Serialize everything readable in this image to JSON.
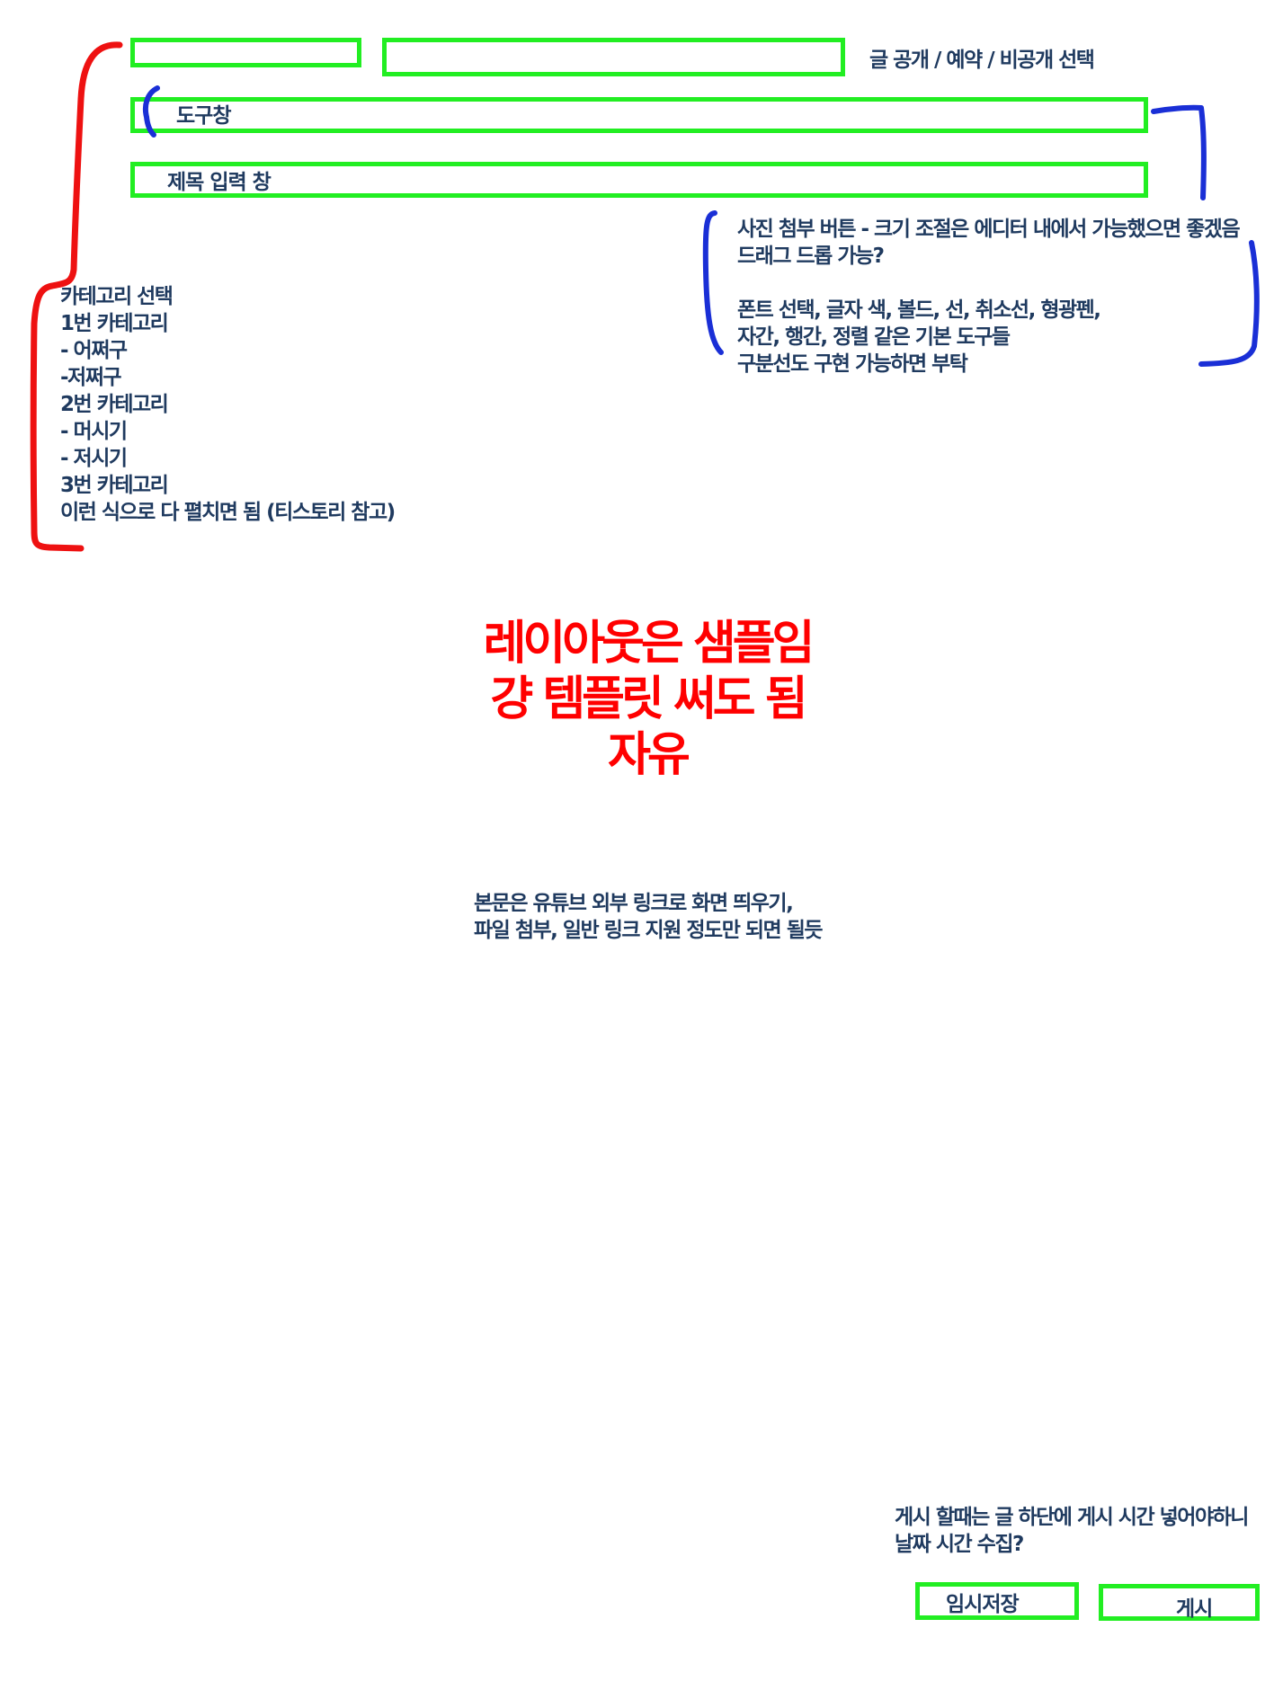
{
  "boxes": {
    "toolbar_label": "도구창",
    "title_input_label": "제목 입력 창"
  },
  "notes": {
    "visibility": "글 공개 / 예약 / 비공개 선택",
    "category": [
      "카테고리 선택",
      "1번 카테고리",
      "- 어쩌구",
      "-저쩌구",
      "2번 카테고리",
      "- 머시기",
      "- 저시기",
      "3번 카테고리",
      "이런 식으로 다 펼치면 됨 (티스토리 참고)"
    ],
    "toolbar_spec": [
      "사진 첨부 버튼  - 크기 조절은 에디터 내에서 가능했으면 좋겠음",
      "드래그 드롭 가능?",
      "",
      "폰트 선택, 글자 색, 볼드, 선, 취소선, 형광펜,",
      "자간, 행간, 정렬 같은 기본 도구들",
      "구분선도 구현 가능하면 부탁"
    ],
    "layout_sample": [
      "레이아웃은 샘플임",
      "걍 템플릿 써도 됨",
      "자유"
    ],
    "body_spec": [
      "본문은 유튜브 외부 링크로 화면 띄우기,",
      "파일 첨부, 일반 링크 지원 정도만 되면 될듯"
    ],
    "publish_spec": [
      "게시 할때는 글 하단에 게시 시간 넣어야하니",
      "날짜 시간 수집?"
    ]
  },
  "buttons": {
    "draft_label": "임시저장",
    "publish_label": "게시"
  },
  "colors": {
    "box_outline": "#22ee22",
    "category_bracket": "#ee1111",
    "toolbar_bracket": "#1a2fd6",
    "sample_text": "#ff0000",
    "note_text": "#1f3a5f"
  }
}
